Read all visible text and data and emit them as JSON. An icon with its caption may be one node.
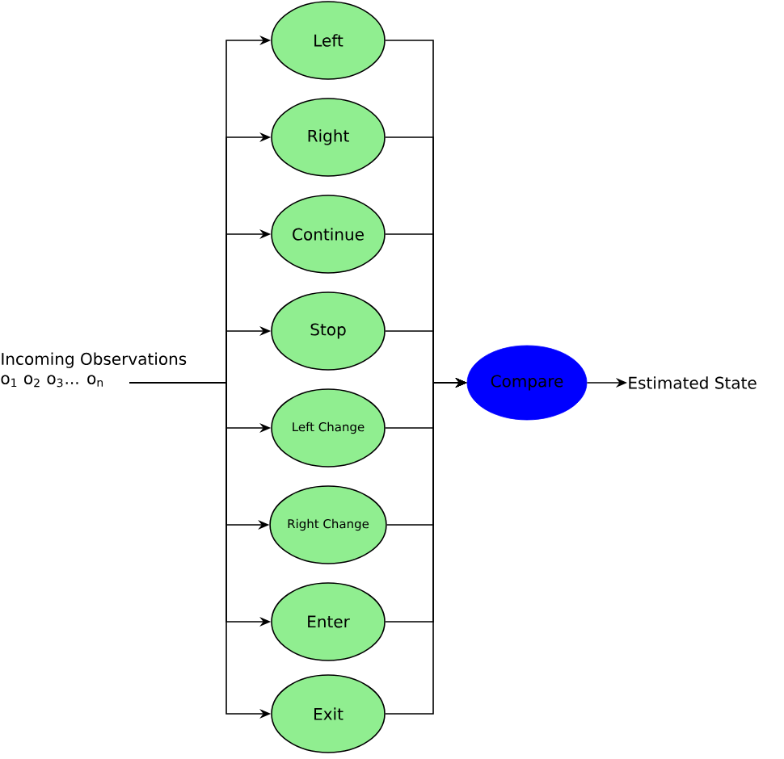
{
  "diagram": {
    "nodes": [
      {
        "text": [
          "Incoming Observations",
          "o$_{1}$ o$_{2}$ o$_{3}$... o$_{n}$"
        ]
      },
      {
        "text": [
          "Left"
        ]
      },
      {
        "text": [
          "Right"
        ]
      },
      {
        "text": [
          "Continue"
        ]
      },
      {
        "text": [
          "Stop"
        ]
      },
      {
        "text": [
          "Left Change"
        ]
      },
      {
        "text": [
          "Right Change"
        ]
      },
      {
        "text": [
          "Enter"
        ]
      },
      {
        "text": [
          "Exit"
        ]
      },
      {
        "text": [
          "Compare"
        ]
      },
      {
        "text": [
          "Estimated State"
        ]
      }
    ],
    "edges": [
      {
        "from": 0,
        "to": 1,
        "arrow": "to"
      },
      {
        "from": 0,
        "to": 2,
        "arrow": "to"
      },
      {
        "from": 0,
        "to": 3,
        "arrow": "to"
      },
      {
        "from": 0,
        "to": 4,
        "arrow": "to"
      },
      {
        "from": 0,
        "to": 5,
        "arrow": "to"
      },
      {
        "from": 0,
        "to": 6,
        "arrow": "to"
      },
      {
        "from": 0,
        "to": 7,
        "arrow": "to"
      },
      {
        "from": 0,
        "to": 8,
        "arrow": "to"
      },
      {
        "from": 1,
        "to": 9,
        "arrow": "to"
      },
      {
        "from": 2,
        "to": 9,
        "arrow": "to"
      },
      {
        "from": 3,
        "to": 9,
        "arrow": "to"
      },
      {
        "from": 4,
        "to": 9,
        "arrow": "to"
      },
      {
        "from": 5,
        "to": 9,
        "arrow": "to"
      },
      {
        "from": 6,
        "to": 9,
        "arrow": "to"
      },
      {
        "from": 7,
        "to": 9,
        "arrow": "to"
      },
      {
        "from": 8,
        "to": 9,
        "arrow": "to"
      },
      {
        "from": 9,
        "to": 10,
        "arrow": "to"
      }
    ]
  }
}
